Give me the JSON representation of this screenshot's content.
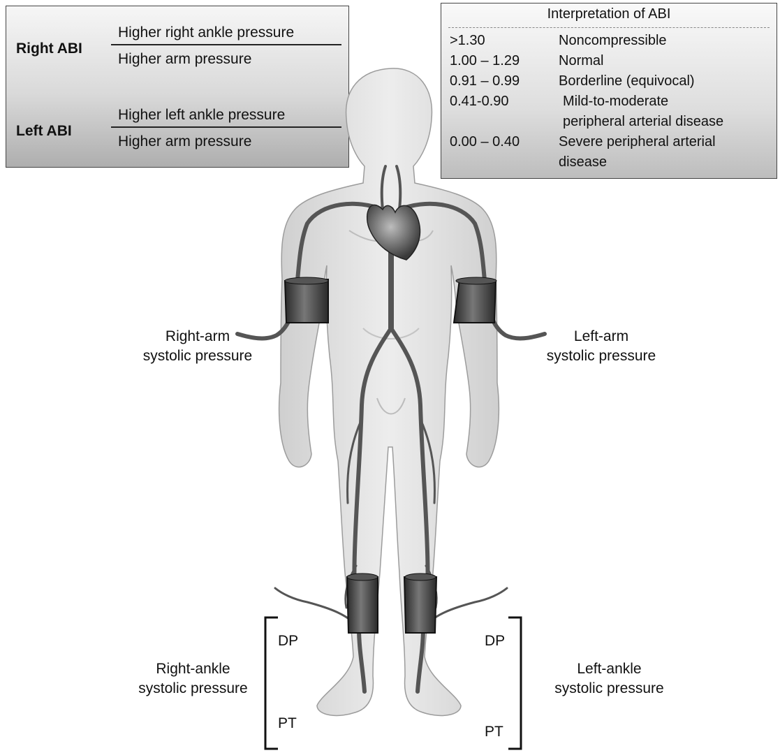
{
  "formula": {
    "right": {
      "name": "Right ABI",
      "numerator": "Higher right ankle pressure",
      "denominator": "Higher arm pressure"
    },
    "left": {
      "name": "Left ABI",
      "numerator": "Higher left ankle pressure",
      "denominator": "Higher arm pressure"
    }
  },
  "interpretation": {
    "title": "Interpretation of ABI",
    "rows": [
      {
        "range": ">1.30",
        "desc1": "Noncompressible",
        "desc2": ""
      },
      {
        "range": "1.00 – 1.29",
        "desc1": "Normal",
        "desc2": ""
      },
      {
        "range": "0.91 – 0.99",
        "desc1": "Borderline (equivocal)",
        "desc2": ""
      },
      {
        "range": "0.41-0.90",
        "desc1": "Mild-to-moderate",
        "desc2": "peripheral arterial disease"
      },
      {
        "range": "0.00 – 0.40",
        "desc1": "Severe peripheral arterial",
        "desc2": "disease"
      }
    ]
  },
  "labels": {
    "right_arm": {
      "line1": "Right-arm",
      "line2": "systolic pressure"
    },
    "left_arm": {
      "line1": "Left-arm",
      "line2": "systolic pressure"
    },
    "right_ankle": {
      "line1": "Right-ankle",
      "line2": "systolic pressure"
    },
    "left_ankle": {
      "line1": "Left-ankle",
      "line2": "systolic pressure"
    },
    "dp": "DP",
    "pt": "PT"
  }
}
